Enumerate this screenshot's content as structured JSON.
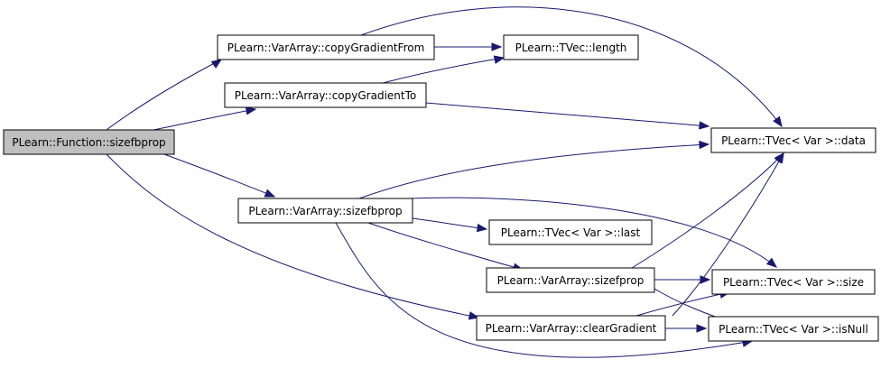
{
  "diagram": {
    "nodes": [
      {
        "id": "function_sizefbprop",
        "label": "PLearn::Function::sizefbprop",
        "fill": "#bfbfbf"
      },
      {
        "id": "vararray_copyGradientFrom",
        "label": "PLearn::VarArray::copyGradientFrom",
        "fill": "#ffffff"
      },
      {
        "id": "tvec_length",
        "label": "PLearn::TVec::length",
        "fill": "#ffffff"
      },
      {
        "id": "vararray_copyGradientTo",
        "label": "PLearn::VarArray::copyGradientTo",
        "fill": "#ffffff"
      },
      {
        "id": "tvec_data",
        "label": "PLearn::TVec< Var >::data",
        "fill": "#ffffff"
      },
      {
        "id": "vararray_sizefbprop",
        "label": "PLearn::VarArray::sizefbprop",
        "fill": "#ffffff"
      },
      {
        "id": "tvec_last",
        "label": "PLearn::TVec< Var >::last",
        "fill": "#ffffff"
      },
      {
        "id": "vararray_sizefprop",
        "label": "PLearn::VarArray::sizefprop",
        "fill": "#ffffff"
      },
      {
        "id": "tvec_size",
        "label": "PLearn::TVec< Var >::size",
        "fill": "#ffffff"
      },
      {
        "id": "vararray_clearGradient",
        "label": "PLearn::VarArray::clearGradient",
        "fill": "#ffffff"
      },
      {
        "id": "tvec_isNull",
        "label": "PLearn::TVec< Var >::isNull",
        "fill": "#ffffff"
      }
    ],
    "edges": [
      {
        "from": "function_sizefbprop",
        "to": "vararray_copyGradientFrom"
      },
      {
        "from": "function_sizefbprop",
        "to": "vararray_copyGradientTo"
      },
      {
        "from": "function_sizefbprop",
        "to": "vararray_sizefbprop"
      },
      {
        "from": "function_sizefbprop",
        "to": "vararray_clearGradient"
      },
      {
        "from": "vararray_copyGradientFrom",
        "to": "tvec_length"
      },
      {
        "from": "vararray_copyGradientFrom",
        "to": "tvec_data"
      },
      {
        "from": "vararray_copyGradientTo",
        "to": "tvec_length"
      },
      {
        "from": "vararray_copyGradientTo",
        "to": "tvec_data"
      },
      {
        "from": "vararray_sizefbprop",
        "to": "tvec_data"
      },
      {
        "from": "vararray_sizefbprop",
        "to": "tvec_last"
      },
      {
        "from": "vararray_sizefbprop",
        "to": "vararray_sizefprop"
      },
      {
        "from": "vararray_sizefbprop",
        "to": "tvec_size"
      },
      {
        "from": "vararray_sizefbprop",
        "to": "tvec_isNull"
      },
      {
        "from": "vararray_sizefprop",
        "to": "tvec_data"
      },
      {
        "from": "vararray_sizefprop",
        "to": "tvec_size"
      },
      {
        "from": "vararray_sizefprop",
        "to": "tvec_isNull"
      },
      {
        "from": "vararray_clearGradient",
        "to": "tvec_data"
      },
      {
        "from": "vararray_clearGradient",
        "to": "tvec_size"
      },
      {
        "from": "vararray_clearGradient",
        "to": "tvec_isNull"
      }
    ],
    "edge_color": "#191970"
  }
}
